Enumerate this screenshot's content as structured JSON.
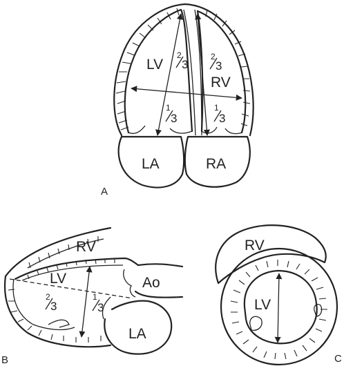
{
  "panels": {
    "A": {
      "panel_label": "A",
      "chambers": {
        "lv": "LV",
        "rv": "RV",
        "la": "LA",
        "ra": "RA"
      },
      "fractions": {
        "lv_upper": {
          "num": "2",
          "den": "3"
        },
        "lv_lower": {
          "num": "1",
          "den": "3"
        },
        "rv_upper": {
          "num": "2",
          "den": "3"
        },
        "rv_lower": {
          "num": "1",
          "den": "3"
        }
      }
    },
    "B": {
      "panel_label": "B",
      "chambers": {
        "rv": "RV",
        "lv": "LV",
        "ao": "Ao",
        "la": "LA"
      },
      "fractions": {
        "lv_two_thirds": {
          "num": "2",
          "den": "3"
        },
        "lv_one_third": {
          "num": "1",
          "den": "3"
        }
      }
    },
    "C": {
      "panel_label": "C",
      "chambers": {
        "rv": "RV",
        "lv": "LV"
      }
    }
  }
}
